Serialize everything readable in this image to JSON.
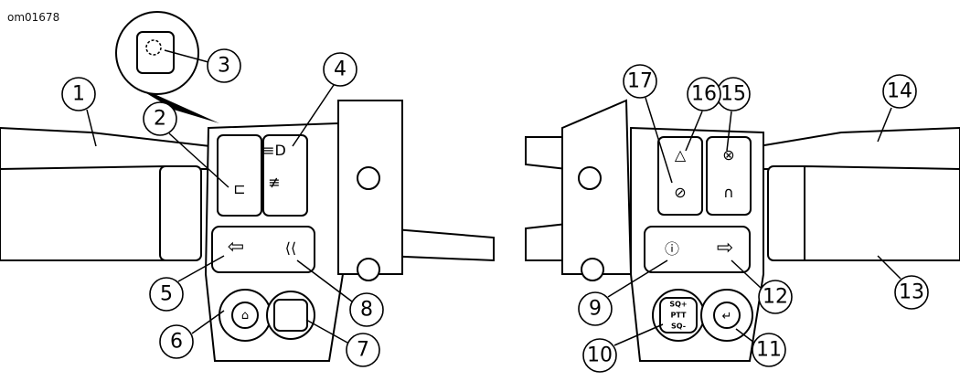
{
  "figure_id": "om01678",
  "labels": {
    "ptt": "PTT",
    "sq_plus": "SQ+",
    "sq_minus": "SQ-"
  },
  "callouts": [
    "1",
    "2",
    "3",
    "4",
    "5",
    "6",
    "7",
    "8",
    "9",
    "10",
    "11",
    "12",
    "13",
    "14",
    "15",
    "16",
    "17"
  ]
}
